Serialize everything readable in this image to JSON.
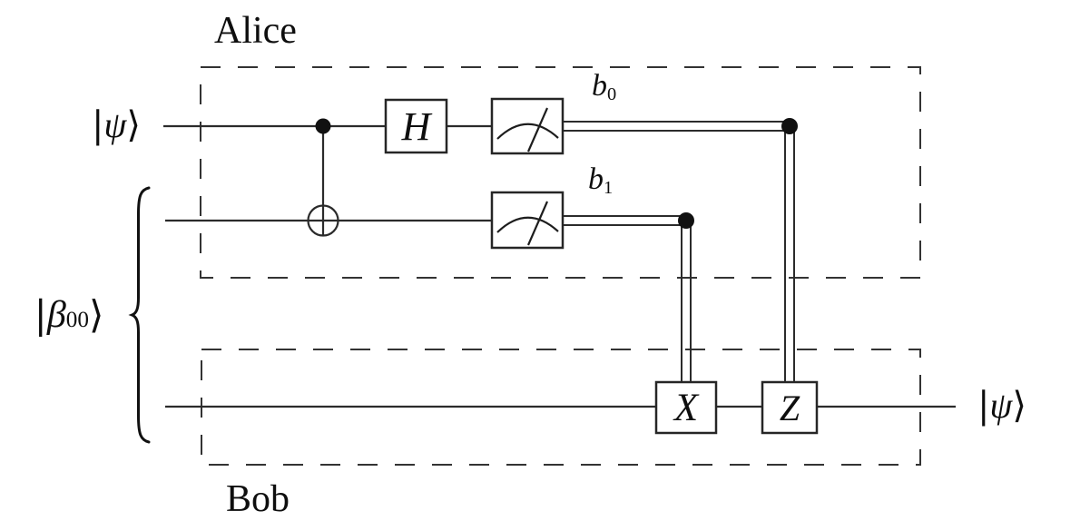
{
  "circuit": {
    "description": "quantum-teleportation-circuit",
    "parties": {
      "alice": "Alice",
      "bob": "Bob"
    },
    "states": {
      "input": {
        "open": "|",
        "symbol": "ψ",
        "close": "⟩"
      },
      "bell": {
        "open": "|",
        "symbol": "β",
        "sub": "00",
        "close": "⟩"
      },
      "output": {
        "open": "|",
        "symbol": "ψ",
        "close": "⟩"
      }
    },
    "bits": {
      "b0": {
        "symbol": "b",
        "sub": "0"
      },
      "b1": {
        "symbol": "b",
        "sub": "1"
      }
    },
    "gates": {
      "hadamard": "H",
      "pauli_x": "X",
      "pauli_z": "Z"
    },
    "colors": {
      "wire": "#2b2b2b",
      "dash": "#333333",
      "ink": "#0e0e0e",
      "background": "#ffffff"
    }
  }
}
